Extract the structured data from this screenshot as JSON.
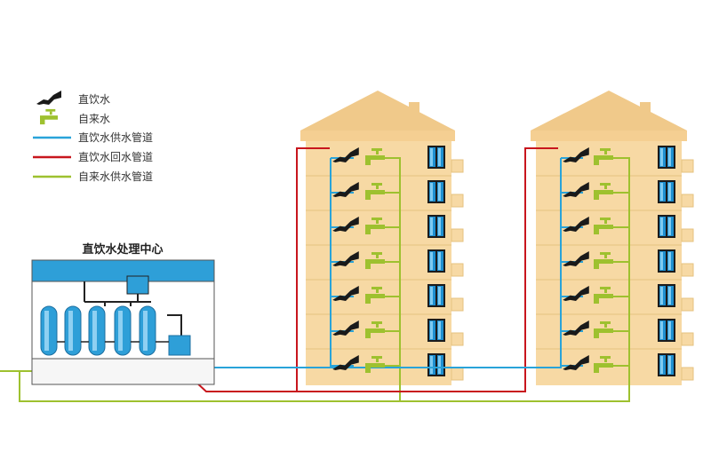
{
  "legend": {
    "direct_faucet": "直饮水",
    "tap_faucet": "自来水",
    "direct_supply_pipe": "直饮水供水管道",
    "direct_return_pipe": "直饮水回水管道",
    "tap_supply_pipe": "自来水供水管道"
  },
  "plant": {
    "title": "直饮水处理中心"
  },
  "buildings": [
    {
      "name": "building-left",
      "floors": 7
    },
    {
      "name": "building-right",
      "floors": 7
    }
  ],
  "colors": {
    "direct_supply": "#29a3d9",
    "direct_return": "#c8161d",
    "tap_supply": "#9ec12f",
    "building_wall": "#f7d9a4",
    "building_roof": "#f0c98a",
    "plant_blue": "#2e9fd8",
    "faucet_black": "#1a1a1a",
    "faucet_green": "#9ec12f",
    "window_blue": "#1e8fd0"
  },
  "icons": {
    "direct_faucet": "black-faucet-icon",
    "tap_faucet": "green-tap-icon",
    "window": "window-icon",
    "tank": "filter-tank-icon"
  }
}
